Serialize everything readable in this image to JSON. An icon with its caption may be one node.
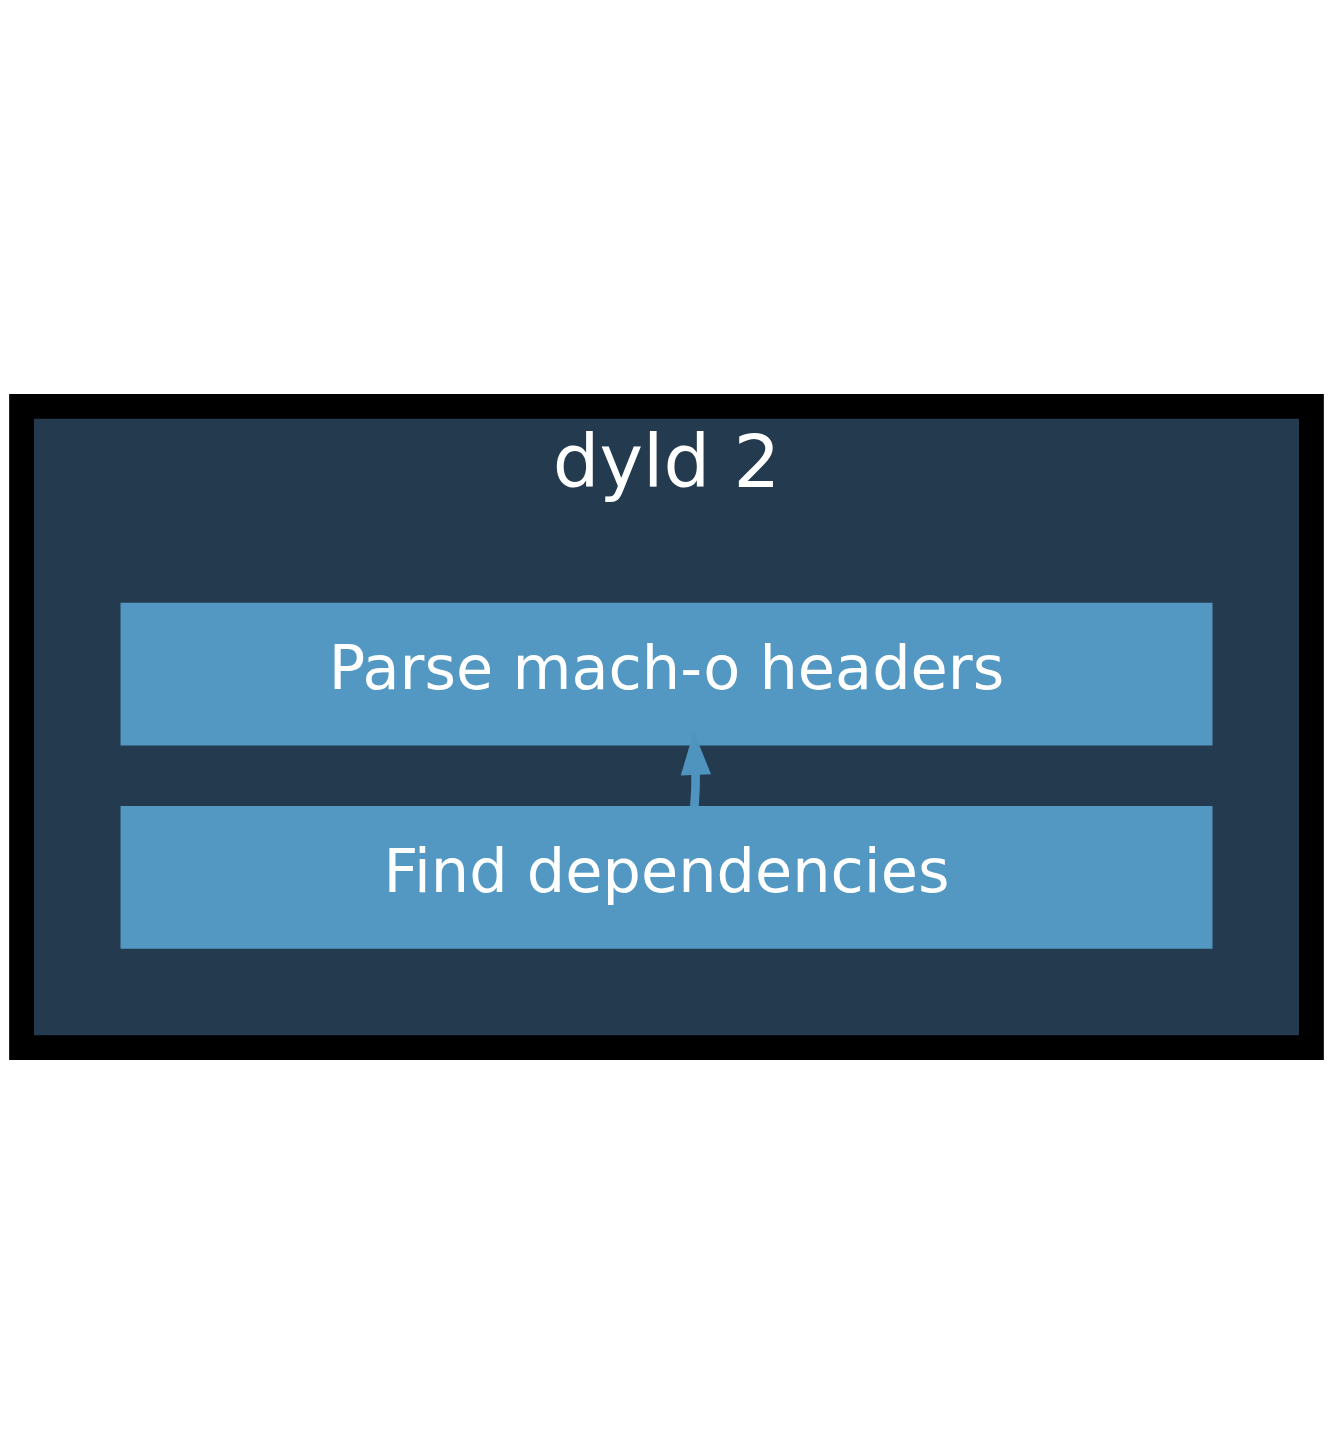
{
  "diagram": {
    "nodes": [
      {
        "text": [
          "dyld 2"
        ]
      },
      {
        "text": [
          "Parse mach-o headers"
        ],
        "in": 0
      },
      {
        "text": [
          "Find dependencies"
        ],
        "in": 0
      }
    ],
    "edges": [
      {
        "from": 2,
        "to": 1,
        "arrow": "to"
      }
    ]
  }
}
